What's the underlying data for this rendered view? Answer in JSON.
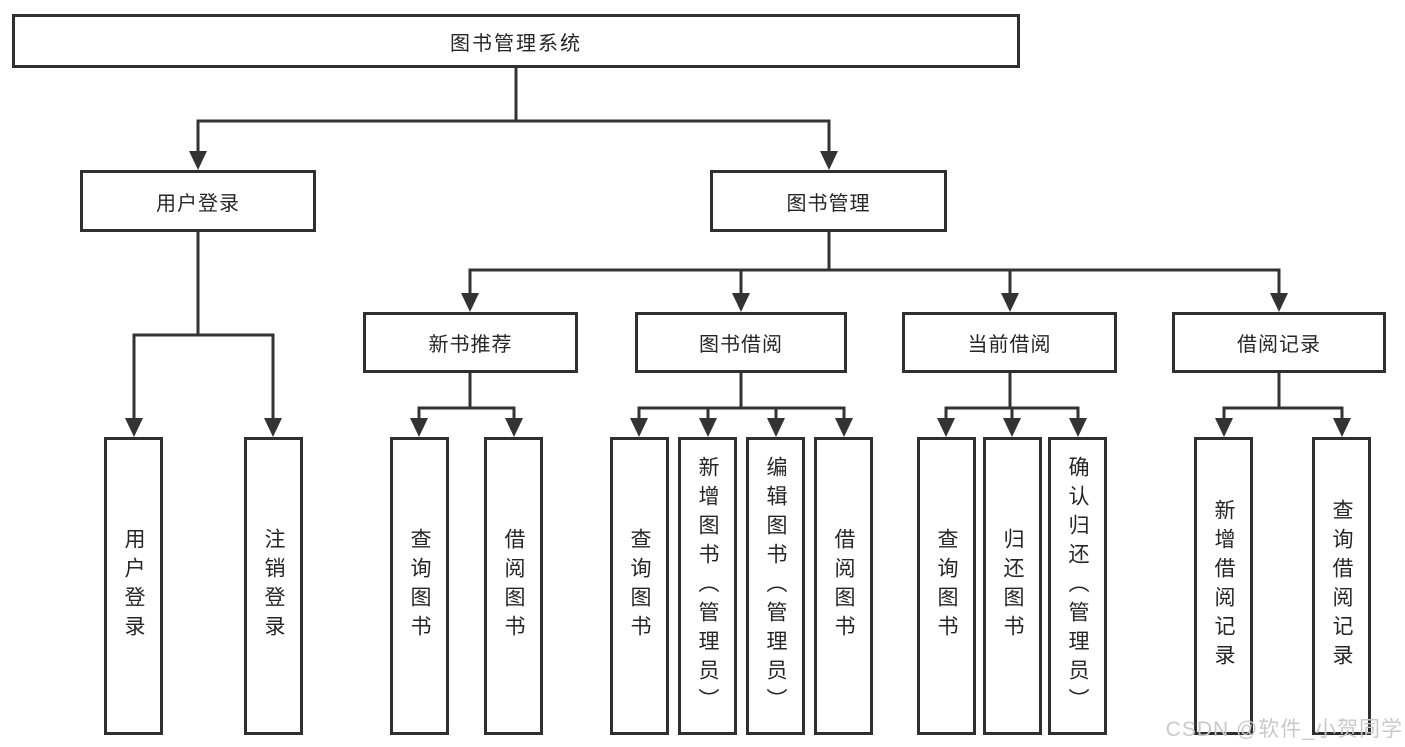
{
  "diagram": {
    "root": {
      "label": "图书管理系统"
    },
    "level2": [
      {
        "label": "用户登录"
      },
      {
        "label": "图书管理"
      }
    ],
    "level3": [
      {
        "label": "新书推荐"
      },
      {
        "label": "图书借阅"
      },
      {
        "label": "当前借阅"
      },
      {
        "label": "借阅记录"
      }
    ],
    "leaves": [
      {
        "label": "用户登录"
      },
      {
        "label": "注销登录"
      },
      {
        "label": "查询图书"
      },
      {
        "label": "借阅图书"
      },
      {
        "label": "查询图书"
      },
      {
        "label": "新增图书（管理员）"
      },
      {
        "label": "编辑图书（管理员）"
      },
      {
        "label": "借阅图书"
      },
      {
        "label": "查询图书"
      },
      {
        "label": "归还图书"
      },
      {
        "label": "确认归还（管理员）"
      },
      {
        "label": "新增借阅记录"
      },
      {
        "label": "查询借阅记录"
      }
    ]
  },
  "watermark": {
    "text": "CSDN @软件_小贺同学"
  },
  "colors": {
    "line": "#333333",
    "text": "#262626",
    "box_background": "#ffffff",
    "watermark": "#c9c9c9"
  }
}
